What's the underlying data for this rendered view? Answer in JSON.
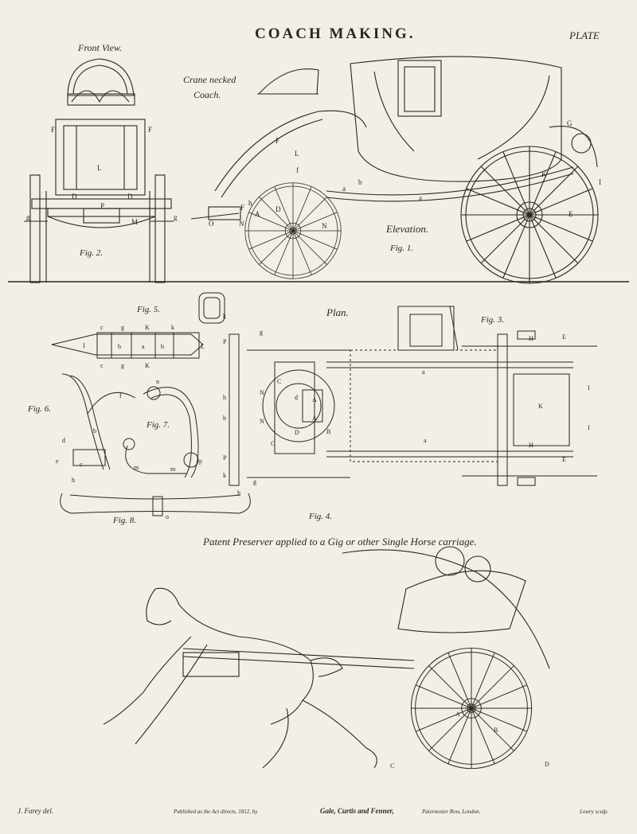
{
  "plate_title": "COACH MAKING.",
  "plate_label": "PLATE",
  "headings": {
    "front_view": "Front View.",
    "crane_necked_1": "Crane necked",
    "crane_necked_2": "Coach.",
    "elevation": "Elevation.",
    "plan": "Plan.",
    "patent": "Patent Preserver applied to a Gig or other Single Horse carriage."
  },
  "figures": {
    "fig1": "Fig. 1.",
    "fig2": "Fig. 2.",
    "fig3": "Fig. 3.",
    "fig4": "Fig. 4.",
    "fig5": "Fig. 5.",
    "fig6": "Fig. 6.",
    "fig7": "Fig. 7.",
    "fig8": "Fig. 8."
  },
  "footer": {
    "left": "J. Farey del.",
    "center_prefix": "Published as the Act directs, 1812, by",
    "publishers": "Gale, Curtis and Fenner,",
    "center_suffix": "Paternoster Row, London.",
    "right": "Lowry sculp."
  },
  "colors": {
    "paper": "#f3efe6",
    "ink": "#2a2622"
  }
}
